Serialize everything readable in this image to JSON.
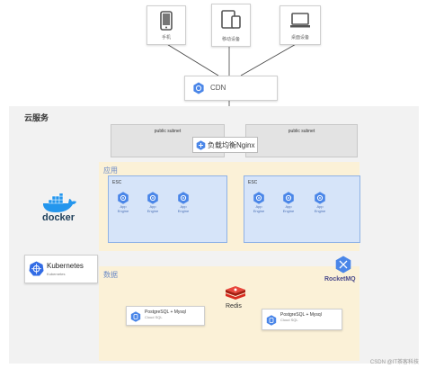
{
  "devices": [
    {
      "label": "手机",
      "icon": "phone-icon"
    },
    {
      "label": "移动设备",
      "icon": "tablet-icon"
    },
    {
      "label": "桌面设备",
      "icon": "laptop-icon"
    }
  ],
  "cdn": {
    "label": "CDN",
    "icon": "cdn-icon"
  },
  "cloud": {
    "title": "云服务"
  },
  "subnets": [
    {
      "label": "public subnet"
    },
    {
      "label": "public subnet"
    }
  ],
  "load_balancer": {
    "label": "负载均衡Nginx",
    "icon": "load-balancer-icon"
  },
  "zones": {
    "app": "应用",
    "data": "数据"
  },
  "esc_groups": [
    {
      "label": "ESC",
      "engines": [
        "App\nEngine",
        "App\nEngine",
        "App\nEngine"
      ]
    },
    {
      "label": "ESC",
      "engines": [
        "App\nEngine",
        "App\nEngine",
        "App\nEngine"
      ]
    }
  ],
  "engine_line1": "App",
  "engine_line2": "Engine",
  "docker": {
    "label": "docker"
  },
  "kubernetes": {
    "title": "Kubernetes",
    "subtitle": "Kubernetes"
  },
  "rocketmq": {
    "label": "RocketMQ"
  },
  "redis": {
    "label": "Redis"
  },
  "databases": [
    {
      "title": "PostgreSQL + Mysql",
      "subtitle": "Cloud SQL"
    },
    {
      "title": "PostgreSQL + Mysql",
      "subtitle": "Cloud SQL"
    }
  ],
  "watermark": "CSDN @IT茶客科技",
  "colors": {
    "gcp_blue": "#4a86e8",
    "zone_bg": "#fbf1d7",
    "esc_bg": "#d6e4f9",
    "redis_red": "#d82c20",
    "docker_blue": "#2496ed",
    "k8s_blue": "#326ce5"
  }
}
